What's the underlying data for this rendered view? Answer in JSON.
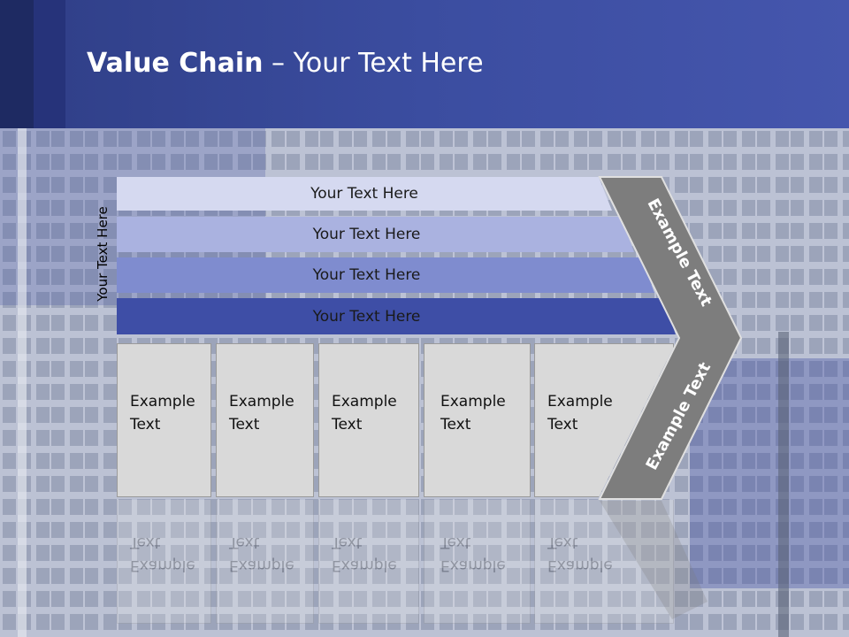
{
  "title": {
    "bold": "Value Chain",
    "rest": " – Your Text Here"
  },
  "side_label": "Your Text Here",
  "bars": [
    {
      "label": "Your Text Here",
      "color": "#d5d9f0"
    },
    {
      "label": "Your Text Here",
      "color": "#aab2e0"
    },
    {
      "label": "Your Text Here",
      "color": "#7f8ccf"
    },
    {
      "label": "Your Text Here",
      "color": "#3e4ea6"
    }
  ],
  "boxes": [
    {
      "line1": "Example",
      "line2": "Text"
    },
    {
      "line1": "Example",
      "line2": "Text"
    },
    {
      "line1": "Example",
      "line2": "Text"
    },
    {
      "line1": "Example",
      "line2": "Text"
    },
    {
      "line1": "Example",
      "line2": "Text"
    }
  ],
  "arrow": {
    "upper_text": "Example Text",
    "lower_text": "Example Text",
    "color": "#7d7d7d"
  }
}
